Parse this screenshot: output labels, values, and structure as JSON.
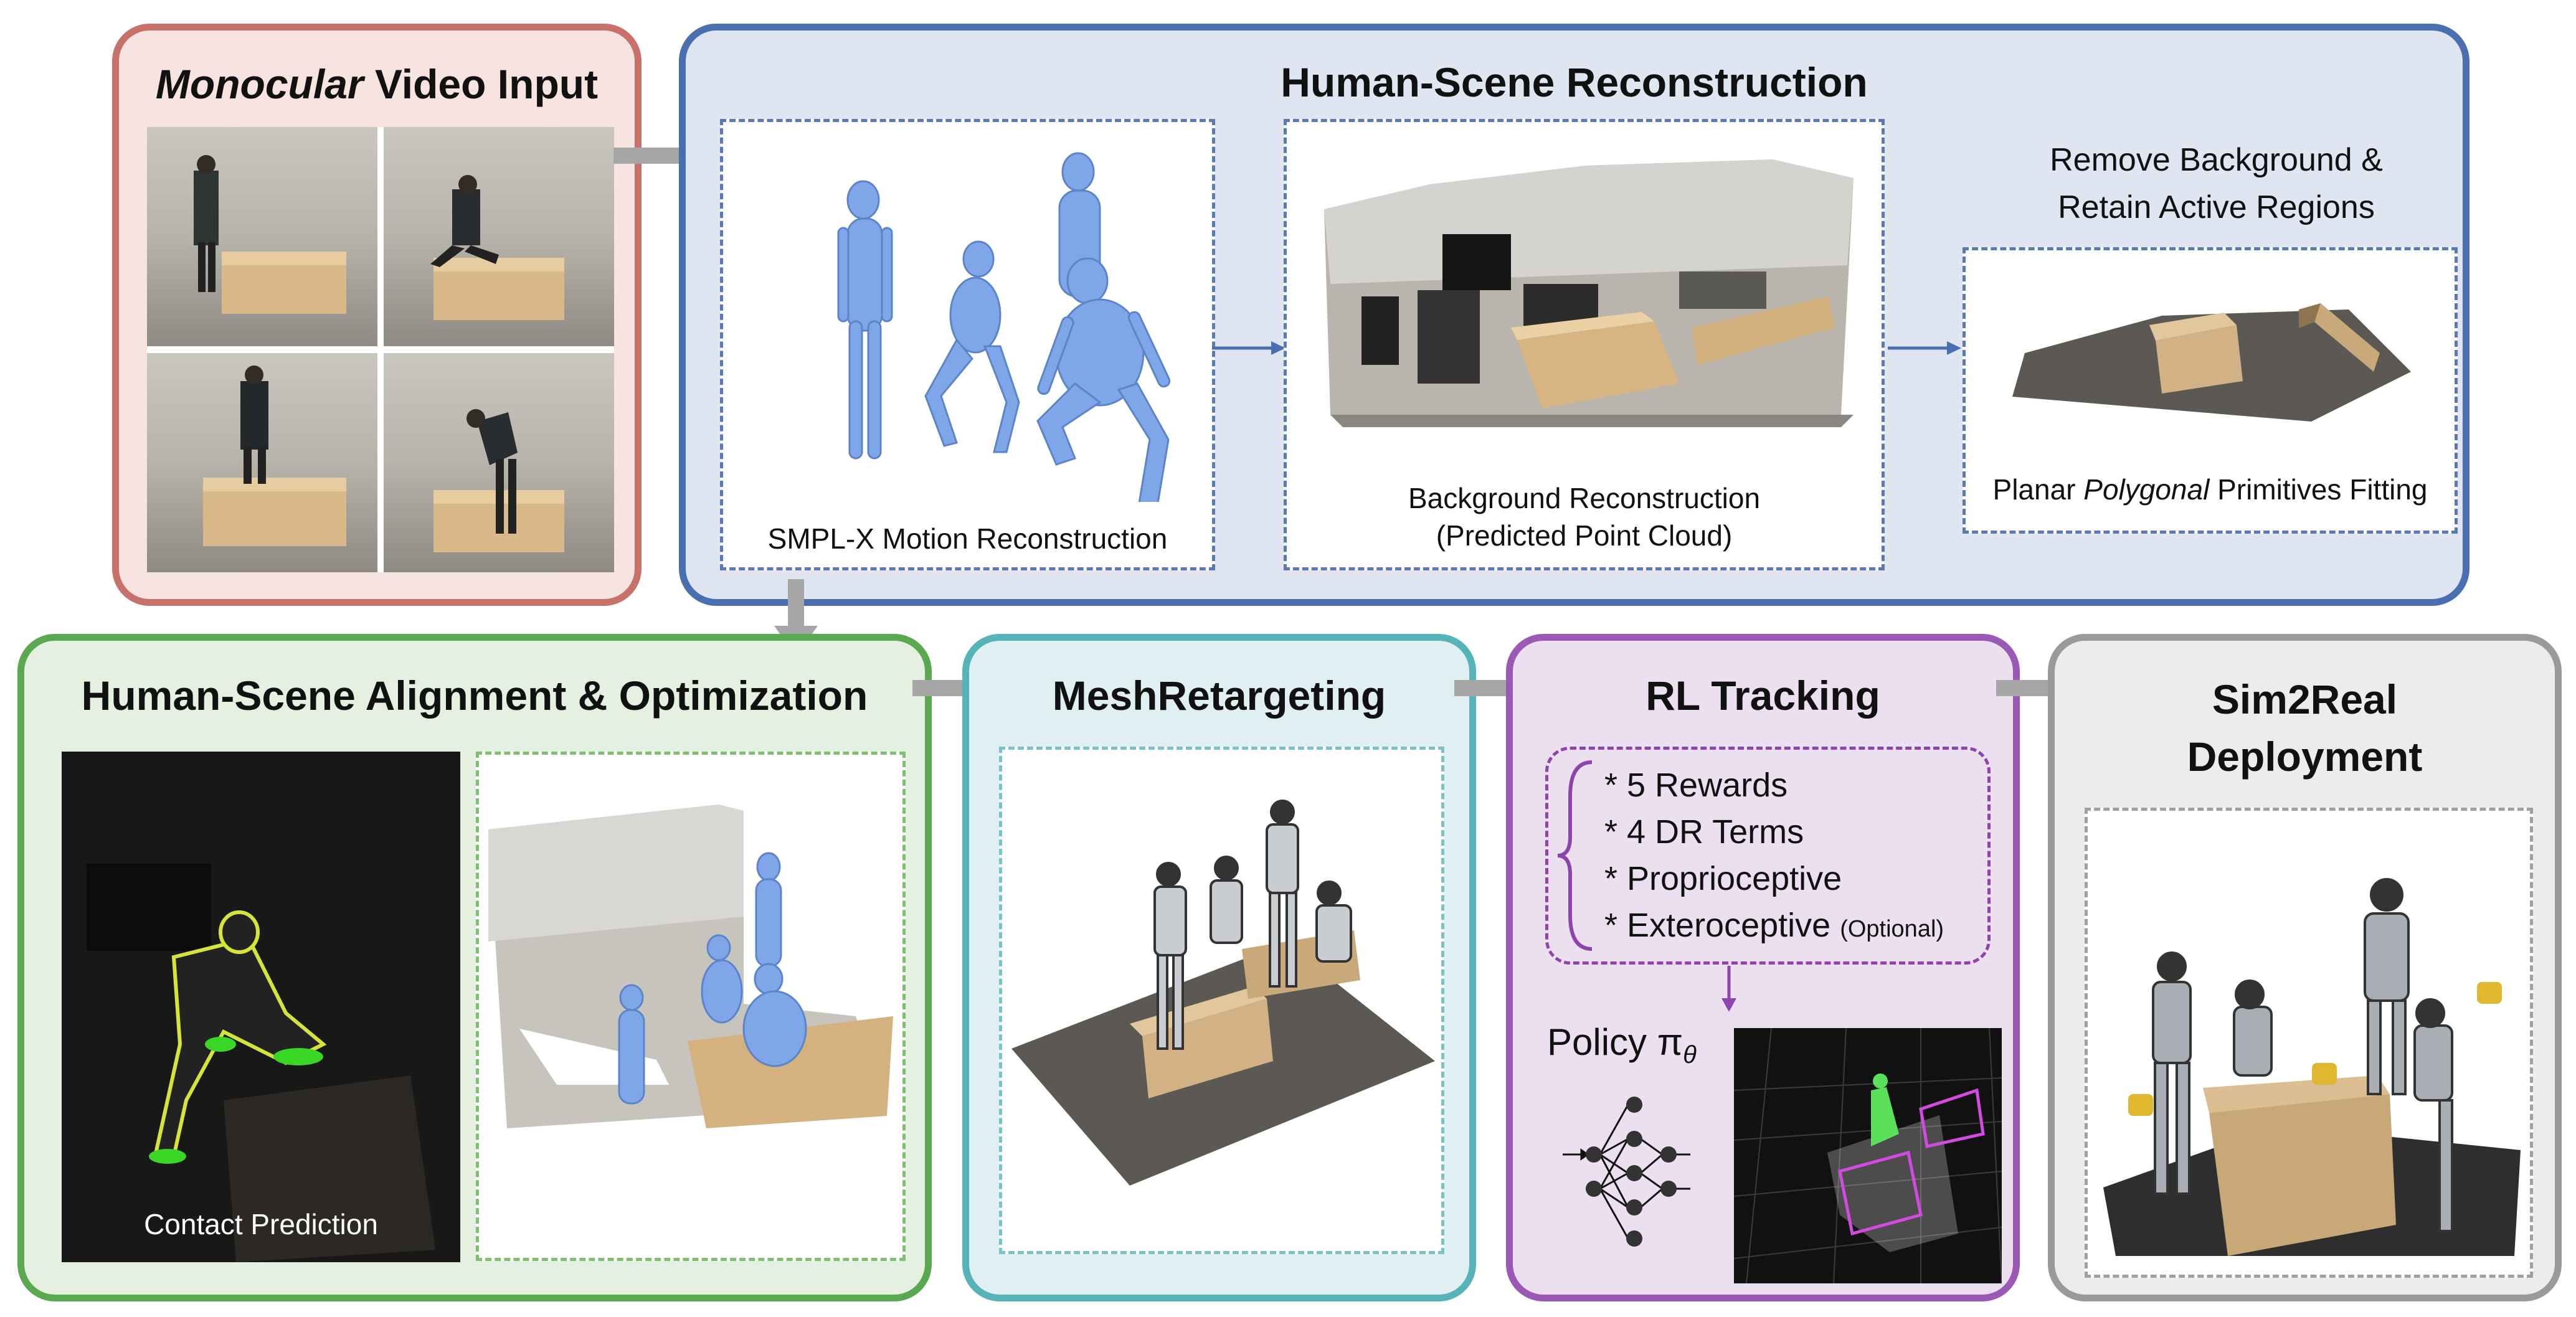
{
  "input": {
    "title_emph": "Monocular",
    "title_rest": " Video Input"
  },
  "recon": {
    "title": "Human-Scene Reconstruction",
    "smplx_caption": "SMPL-X Motion Reconstruction",
    "bg_caption_line1": "Background Reconstruction",
    "bg_caption_line2": "(Predicted Point Cloud)",
    "remove_line1": "Remove Background &",
    "remove_line2": "Retain Active Regions",
    "fit_caption_pre": "Planar ",
    "fit_caption_emph": "Polygonal",
    "fit_caption_post": " Primitives Fitting"
  },
  "align": {
    "title": "Human-Scene Alignment & Optimization",
    "contact_caption": "Contact Prediction"
  },
  "mesh": {
    "title": "MeshRetargeting"
  },
  "rl": {
    "title": "RL Tracking",
    "items": [
      "* 5 Rewards",
      "* 4 DR Terms",
      "* Proprioceptive",
      "* Exteroceptive"
    ],
    "optional": "(Optional)",
    "policy_label": "Policy π",
    "policy_sub": "θ"
  },
  "deploy": {
    "title_line1": "Sim2Real",
    "title_line2": "Deployment"
  },
  "colors": {
    "input_border": "#c8716a",
    "input_fill": "#f7e4e0",
    "recon_border": "#4a6fb0",
    "recon_fill": "#dfe6f2",
    "align_border": "#5aa84f",
    "align_fill": "#e5f0e0",
    "mesh_border": "#56b3b8",
    "mesh_fill": "#e0eff1",
    "rl_border": "#9b59b6",
    "rl_fill": "#ece0f0",
    "deploy_border": "#9a9a9a",
    "deploy_fill": "#ececec",
    "human_blue": "#7ea6e8"
  }
}
